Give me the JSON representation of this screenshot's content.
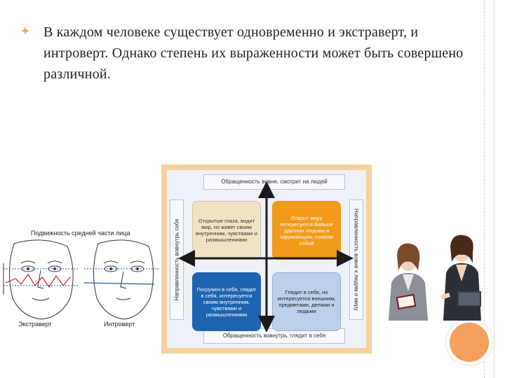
{
  "slide": {
    "bullet_text": "В каждом человеке существует одновременно и экстраверт, и интроверт. Однако степень их выраженности может быть совершено различной.",
    "colors": {
      "bullet": "#f0a05a",
      "accent_circle": "#f5a15e",
      "quad_orange": "#f29a1b",
      "quad_blue": "#1e63b0"
    }
  },
  "faces": {
    "title": "Подвижность средней части лица",
    "left_label": "Экстраверт",
    "right_label": "Интроверт"
  },
  "matrix": {
    "top": "Обращенность вовне, смотрит на людей",
    "bottom": "Обращенность вовнутрь, глядит в себя",
    "left": "Направленность вовнутрь себя",
    "right": "Направленность вовне к людям и миру",
    "q_tl": "Открытые глаза, видит мир, но живет своим внутренним, чувствами и размышлениями",
    "q_tr": "Открыт миру интересуется больше другими людьми и окружающим, нежели собой",
    "q_bl": "Погружен в себя, глядит в себя, интересуется своим внутренним, чувствами и размышлениями",
    "q_br": "Глядит в себя, но интересуется внешним, предметами, делами и людьми"
  }
}
